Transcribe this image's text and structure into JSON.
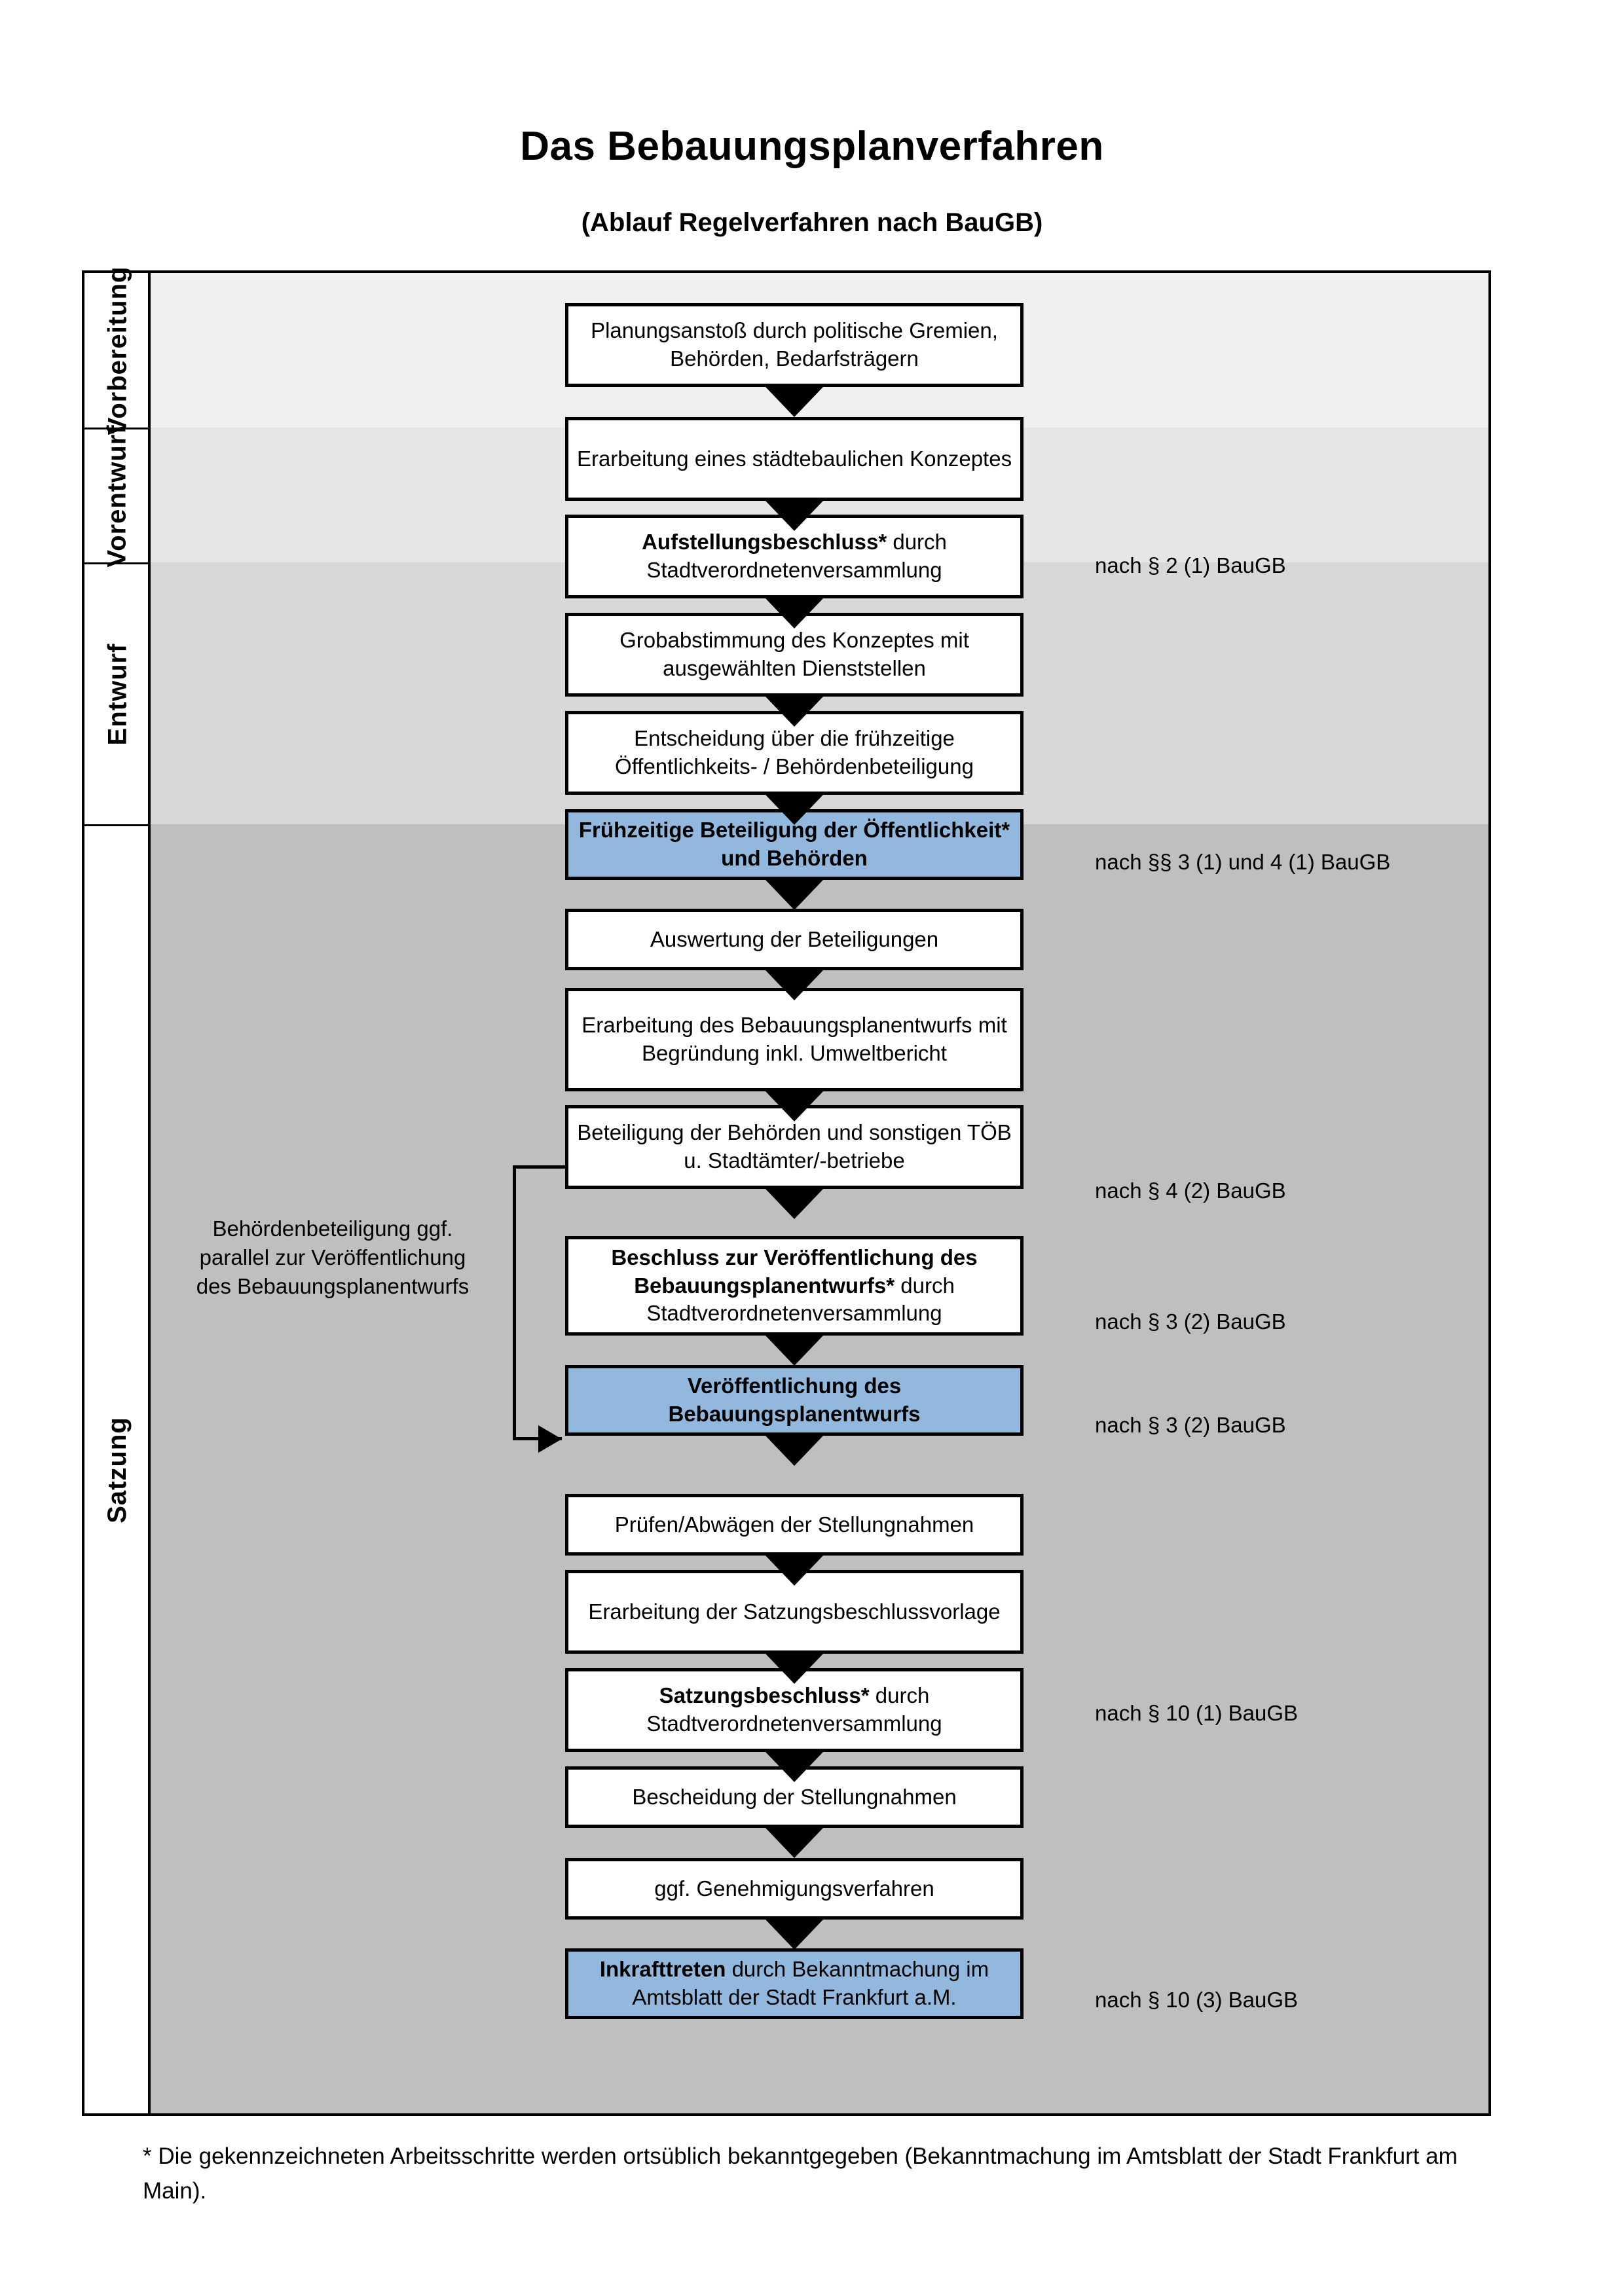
{
  "header": {
    "title": "Das Bebauungsplanverfahren",
    "subtitle": "(Ablauf Regelverfahren nach BauGB)"
  },
  "phases": [
    {
      "label": "Vorbereitung"
    },
    {
      "label": "Vorentwurf"
    },
    {
      "label": "Entwurf"
    },
    {
      "label": "Satzung"
    }
  ],
  "steps": [
    {
      "id": "planungsanstoss",
      "text": "Planungsanstoß durch politische Gremien, Behörden, Bedarfsträgern",
      "bold_prefix": "",
      "highlight": false
    },
    {
      "id": "konzept",
      "text": "Erarbeitung eines städtebaulichen Konzeptes",
      "bold_prefix": "",
      "highlight": false
    },
    {
      "id": "aufstellungsbeschluss",
      "text": " durch Stadtverordnetenversammlung",
      "bold_prefix": "Aufstellungsbeschluss*",
      "highlight": false
    },
    {
      "id": "grobabstimmung",
      "text": "Grobabstimmung des Konzeptes mit ausgewählten Dienststellen",
      "bold_prefix": "",
      "highlight": false
    },
    {
      "id": "entscheidung-fruehzeitig",
      "text": "Entscheidung über die frühzeitige Öffentlichkeits- / Behördenbeteiligung",
      "bold_prefix": "",
      "highlight": false
    },
    {
      "id": "fruehzeitige-beteiligung",
      "text": "",
      "bold_prefix": "Frühzeitige Beteiligung der Öffentlichkeit* und Behörden",
      "highlight": true
    },
    {
      "id": "auswertung",
      "text": "Auswertung der Beteiligungen",
      "bold_prefix": "",
      "highlight": false
    },
    {
      "id": "erarbeitung-entwurf",
      "text": "Erarbeitung des Bebauungsplanentwurfs mit Begründung inkl. Umweltbericht",
      "bold_prefix": "",
      "highlight": false
    },
    {
      "id": "beteiligung-behoerden",
      "text": "Beteiligung der Behörden und sonstigen TÖB u. Stadtämter/-betriebe",
      "bold_prefix": "",
      "highlight": false
    },
    {
      "id": "beschluss-veroeffentlichung",
      "text": " durch Stadtverordnetenversammlung",
      "bold_prefix": "Beschluss zur Veröffentlichung des Bebauungsplanentwurfs*",
      "highlight": false
    },
    {
      "id": "veroeffentlichung",
      "text": "",
      "bold_prefix": "Veröffentlichung des Bebauungsplanentwurfs",
      "highlight": true
    },
    {
      "id": "pruefen-abwaegen",
      "text": "Prüfen/Abwägen der Stellungnahmen",
      "bold_prefix": "",
      "highlight": false
    },
    {
      "id": "satzungsvorlage",
      "text": "Erarbeitung der Satzungsbeschlussvorlage",
      "bold_prefix": "",
      "highlight": false
    },
    {
      "id": "satzungsbeschluss",
      "text": " durch Stadtverordnetenversammlung",
      "bold_prefix": "Satzungsbeschluss*",
      "highlight": false
    },
    {
      "id": "bescheidung",
      "text": "Bescheidung der Stellungnahmen",
      "bold_prefix": "",
      "highlight": false
    },
    {
      "id": "genehmigungsverfahren",
      "text": "ggf. Genehmigungsverfahren",
      "bold_prefix": "",
      "highlight": false
    },
    {
      "id": "inkrafttreten",
      "text": " durch Bekanntmachung im Amtsblatt der Stadt Frankfurt a.M.",
      "bold_prefix": "Inkrafttreten",
      "highlight": true
    }
  ],
  "legal_refs": [
    {
      "id": "ref-2-1",
      "text": "nach § 2 (1) BauGB"
    },
    {
      "id": "ref-3-1-4-1",
      "text": "nach §§ 3 (1) und 4 (1) BauGB"
    },
    {
      "id": "ref-4-2",
      "text": "nach § 4 (2) BauGB"
    },
    {
      "id": "ref-3-2-a",
      "text": "nach § 3 (2) BauGB"
    },
    {
      "id": "ref-3-2-b",
      "text": "nach § 3 (2) BauGB"
    },
    {
      "id": "ref-10-1",
      "text": "nach § 10 (1) BauGB"
    },
    {
      "id": "ref-10-3",
      "text": "nach § 10 (3) BauGB"
    }
  ],
  "side_note": {
    "text": "Behördenbeteiligung ggf. parallel zur Veröffentlichung des Bebauungsplanentwurfs"
  },
  "footnote": {
    "text": "* Die gekennzeichneten Arbeitsschritte werden ortsüblich bekanntgegeben (Bekanntmachung im Amtsblatt  der Stadt Frankfurt am Main)."
  },
  "colors": {
    "highlight_box": "#92b9dd",
    "band_1": "#f0f0f0",
    "band_2": "#e6e6e6",
    "band_3": "#d8d8d8",
    "band_4": "#bfbfbf",
    "outline": "#000000"
  }
}
